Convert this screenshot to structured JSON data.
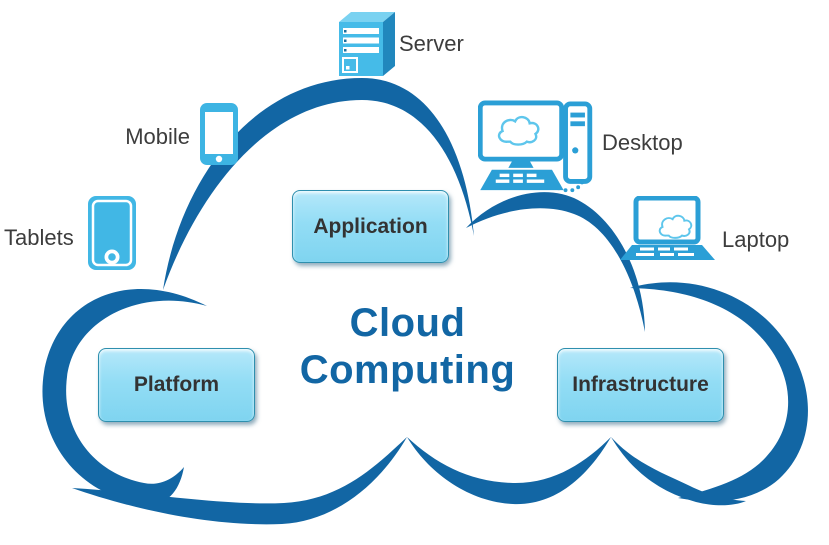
{
  "title": {
    "line1": "Cloud",
    "line2": "Computing"
  },
  "nodes": [
    {
      "id": "application",
      "label": "Application"
    },
    {
      "id": "platform",
      "label": "Platform"
    },
    {
      "id": "infrastructure",
      "label": "Infrastructure"
    }
  ],
  "devices": [
    {
      "id": "server",
      "label": "Server",
      "icon": "server-icon"
    },
    {
      "id": "mobile",
      "label": "Mobile",
      "icon": "mobile-icon"
    },
    {
      "id": "tablets",
      "label": "Tablets",
      "icon": "tablet-icon"
    },
    {
      "id": "desktop",
      "label": "Desktop",
      "icon": "desktop-icon"
    },
    {
      "id": "laptop",
      "label": "Laptop",
      "icon": "laptop-icon"
    }
  ],
  "colors": {
    "cloud_outline": "#1266a4",
    "title_text": "#1266a4",
    "icon_blue": "#3bb3e2",
    "icon_blue_dark": "#2b9fd6",
    "node_fill_top": "#b5e8fa",
    "node_fill_bottom": "#7fd4f0",
    "node_border": "#2e8fae",
    "label_text": "#3d3d3d"
  }
}
